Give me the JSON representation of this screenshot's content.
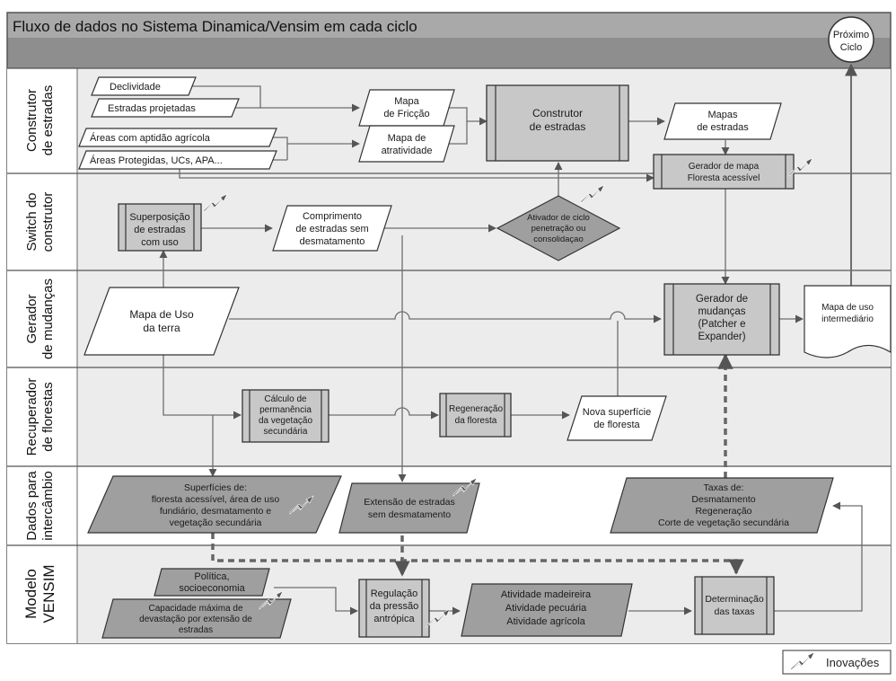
{
  "title": "Fluxo de dados no Sistema Dinamica/Vensim em cada ciclo",
  "next_cycle": [
    "Próximo",
    "Ciclo"
  ],
  "lanes": {
    "construtor": [
      "Construtor",
      "de estradas"
    ],
    "switch": [
      "Switch do",
      "construtor"
    ],
    "gerador": [
      "Gerador",
      "de mudanças"
    ],
    "recuperador": [
      "Recuperador",
      "de florestas"
    ],
    "dados": [
      "Dados para",
      "intercâmbio"
    ],
    "vensim": [
      "Modelo",
      "VENSIM"
    ]
  },
  "nodes": {
    "declividade": [
      "Declividade"
    ],
    "estradas_projetadas": [
      "Estradas projetadas"
    ],
    "areas_aptidao": [
      "Áreas com aptidão agrícola"
    ],
    "areas_protegidas": [
      "Áreas Protegidas, UCs, APA..."
    ],
    "mapa_friccao": [
      "Mapa",
      "de Fricção"
    ],
    "mapa_atratividade": [
      "Mapa de",
      "atratividade"
    ],
    "construtor_estradas": [
      "Construtor",
      "de estradas"
    ],
    "mapas_estradas": [
      "Mapas",
      "de estradas"
    ],
    "gerador_mapa_floresta": [
      "Gerador de mapa",
      "Floresta acessível"
    ],
    "superposicao": [
      "Superposição",
      "de estradas",
      "com uso"
    ],
    "comprimento_estradas": [
      "Comprimento",
      "de estradas sem",
      "desmatamento"
    ],
    "ativador_ciclo": [
      "Ativador de ciclo",
      "penetração ou",
      "consolidaçao"
    ],
    "mapa_uso_terra": [
      "Mapa de Uso",
      "da terra"
    ],
    "gerador_mudancas": [
      "Gerador de",
      "mudanças",
      "(Patcher e",
      "Expander)"
    ],
    "mapa_uso_intermediario": [
      "Mapa de uso",
      "intermediário"
    ],
    "calculo_permanencia": [
      "Cálculo de",
      "permanência",
      "da vegetação",
      "secundária"
    ],
    "regeneracao_floresta": [
      "Regeneração",
      "da floresta"
    ],
    "nova_superficie": [
      "Nova superfície",
      "de floresta"
    ],
    "superficies_de": [
      "Superfícies de:",
      "floresta acessível, área de uso",
      "fundiário, desmatamento e",
      "vegetação secundária"
    ],
    "extensao_estradas": [
      "Extensão de estradas",
      "sem desmatamento"
    ],
    "taxas_de": [
      "Taxas de:",
      "Desmatamento",
      "Regeneração",
      "Corte de vegetação secundária"
    ],
    "politica": [
      "Política,",
      "socioeconomia"
    ],
    "capacidade_maxima": [
      "Capacidade máxima de",
      "devastação por extensão de",
      "estradas"
    ],
    "regulacao_pressao": [
      "Regulação",
      "da pressão",
      "antrópica"
    ],
    "atividades": [
      "Atividade madeireira",
      "Atividade pecuária",
      "Atividade agrícola"
    ],
    "determinacao_taxas": [
      "Determinação",
      "das taxas"
    ]
  },
  "legend": {
    "label": "Inovações"
  },
  "colors": {
    "title_band": "#a9a9a9",
    "header_band": "#8e8e8e",
    "lane_fill": "#ececec",
    "lane_label_fill": "#ffffff",
    "node_fill": "#ffffff",
    "dark_node_fill": "#9f9f9f",
    "process_fill": "#c8c8c8",
    "border": "#333333",
    "line": "#6e6e6e"
  }
}
